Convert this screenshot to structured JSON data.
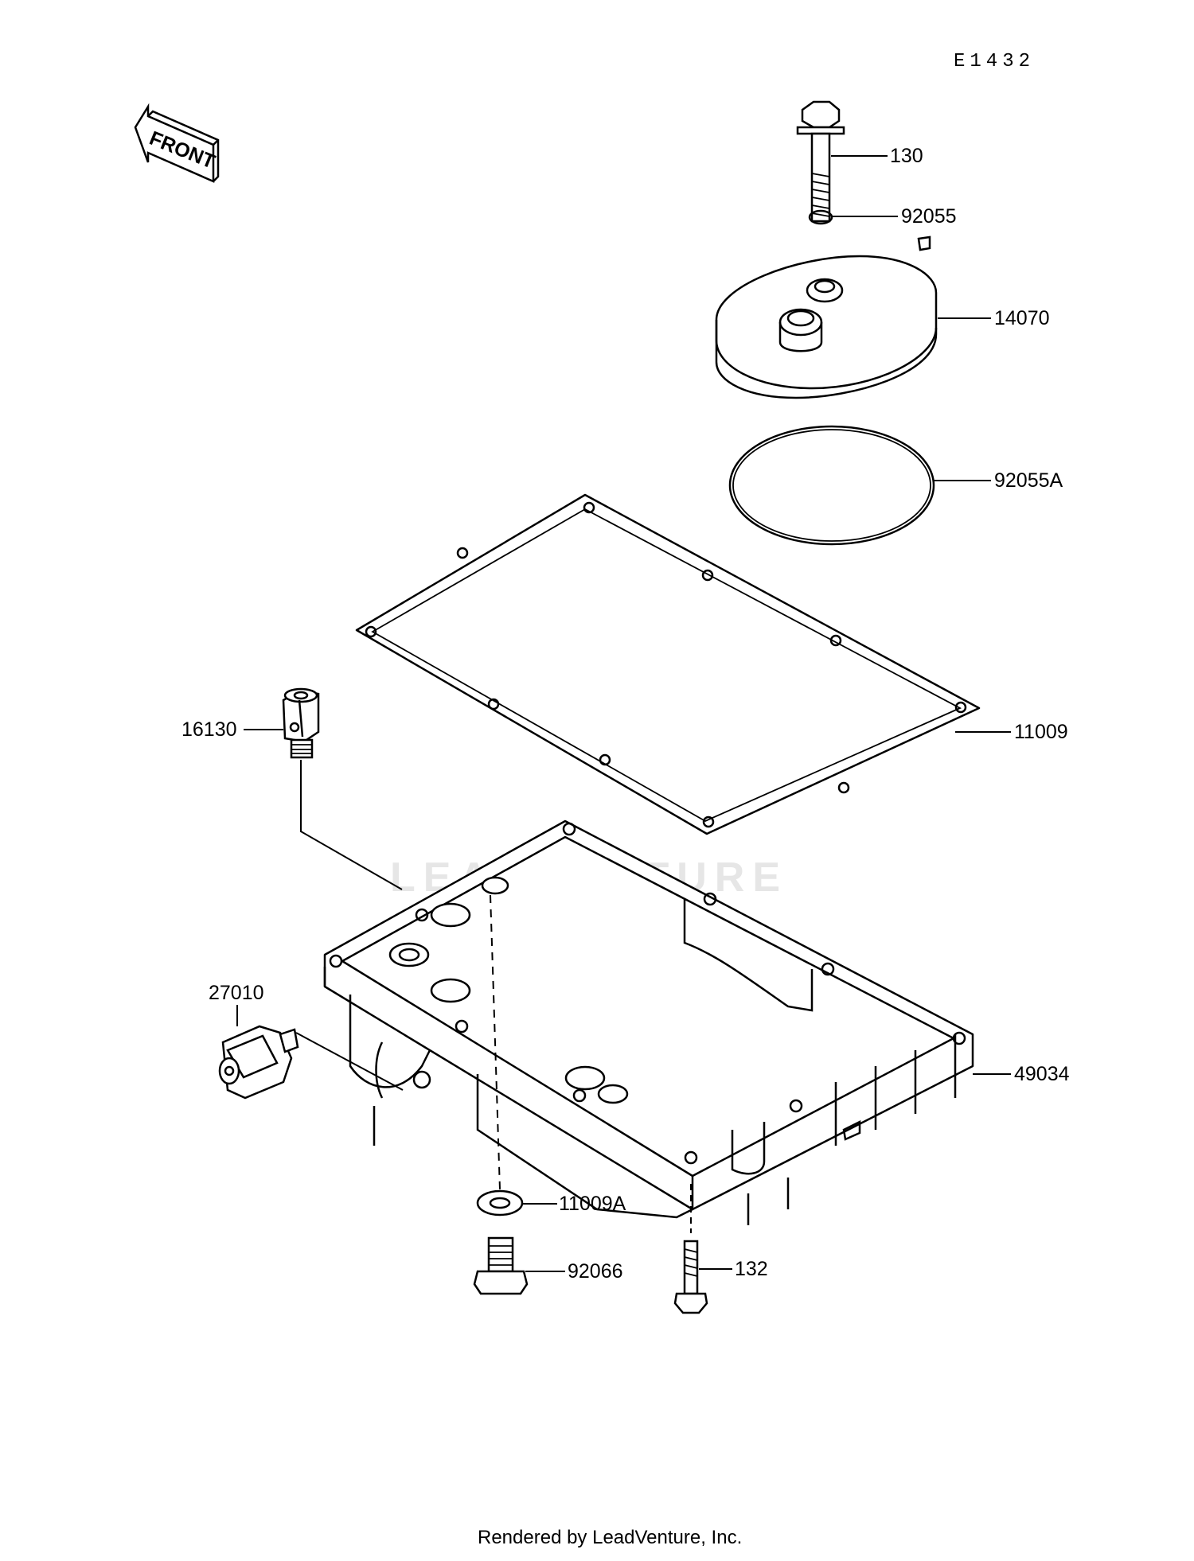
{
  "diagram_code": "E1432",
  "front_label": "FRONT",
  "watermark": "LEADVENTURE",
  "footer": "Rendered by LeadVenture, Inc.",
  "parts": [
    {
      "id": "bolt-130",
      "label": "130"
    },
    {
      "id": "o-ring-92055",
      "label": "92055"
    },
    {
      "id": "cover-14070",
      "label": "14070"
    },
    {
      "id": "o-ring-92055a",
      "label": "92055A"
    },
    {
      "id": "gasket-11009",
      "label": "11009"
    },
    {
      "id": "fitting-16130",
      "label": "16130"
    },
    {
      "id": "switch-27010",
      "label": "27010"
    },
    {
      "id": "oil-pan-49034",
      "label": "49034"
    },
    {
      "id": "washer-11009a",
      "label": "11009A"
    },
    {
      "id": "plug-92066",
      "label": "92066"
    },
    {
      "id": "bolt-132",
      "label": "132"
    }
  ]
}
